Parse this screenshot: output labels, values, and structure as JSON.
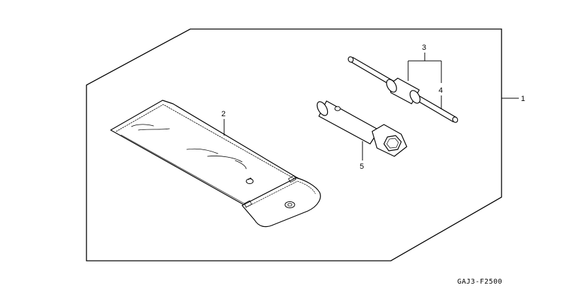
{
  "diagram": {
    "callouts": {
      "c1": "1",
      "c2": "2",
      "c3": "3",
      "c4": "4",
      "c5": "5"
    },
    "figure_code": "GAJ3-F2500"
  }
}
